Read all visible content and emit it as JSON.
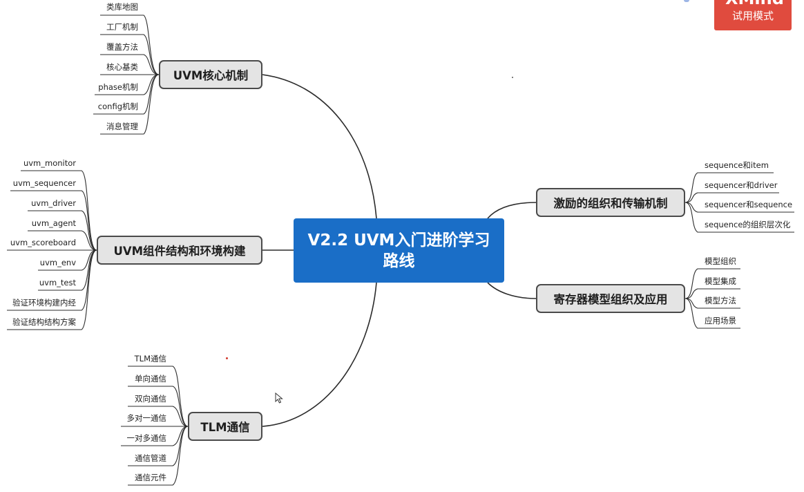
{
  "center_title": "V2.2 UVM入门进阶学习路线",
  "badge": {
    "brand": "XMind",
    "mode": "试用模式"
  },
  "branches": {
    "core": {
      "label": "UVM核心机制",
      "items": [
        "类库地图",
        "工厂机制",
        "覆盖方法",
        "核心基类",
        "phase机制",
        "config机制",
        "消息管理"
      ]
    },
    "component": {
      "label": "UVM组件结构和环境构建",
      "items": [
        "uvm_monitor",
        "uvm_sequencer",
        "uvm_driver",
        "uvm_agent",
        "uvm_scoreboard",
        "uvm_env",
        "uvm_test",
        "验证环境构建内经",
        "验证结构结构方案"
      ]
    },
    "tlm": {
      "label": "TLM通信",
      "items": [
        "TLM通信",
        "单向通信",
        "双向通信",
        "多对一通信",
        "一对多通信",
        "通信管道",
        "通信元件"
      ]
    },
    "stimulus": {
      "label": "激励的组织和传输机制",
      "items": [
        "sequence和item",
        "sequencer和driver",
        "sequencer和sequence",
        "sequence的组织层次化"
      ]
    },
    "register": {
      "label": "寄存器模型组织及应用",
      "items": [
        "模型组织",
        "模型集成",
        "模型方法",
        "应用场景"
      ]
    }
  },
  "colors": {
    "center": "#1a6ec7",
    "branch_fill": "#e4e4e4",
    "branch_border": "#4a4a4a",
    "line": "#2b2b2b",
    "badge": "#e04b3e"
  }
}
